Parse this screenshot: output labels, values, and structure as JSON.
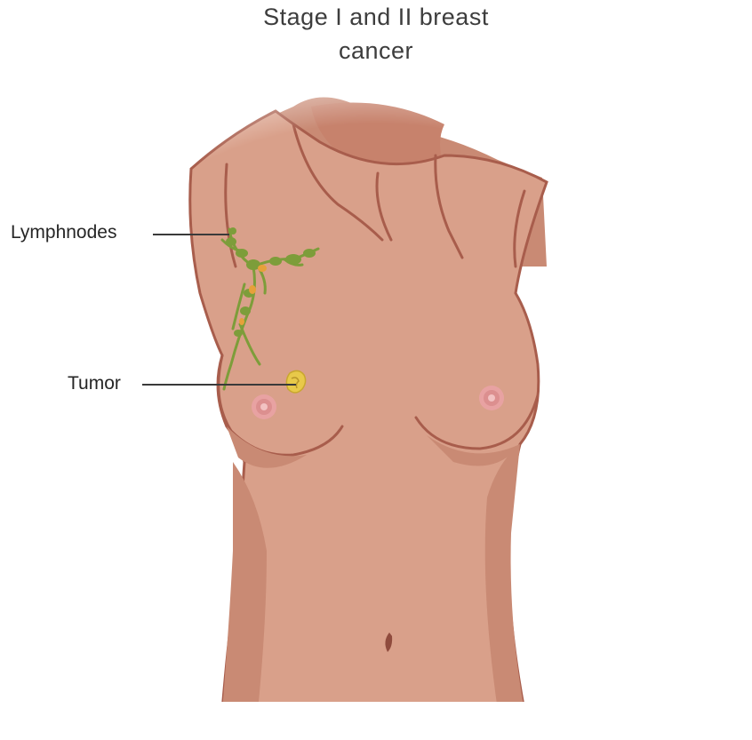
{
  "diagram": {
    "title_line1": "Stage I and II breast",
    "title_line2": "cancer",
    "labels": {
      "lymphnodes": "Lymphnodes",
      "tumor": "Tumor"
    }
  },
  "colors": {
    "skin": "#d9a08a",
    "skin_shadow": "#c5846f",
    "outline": "#a85d4c",
    "lymph": "#7d9d3a",
    "lymph_node_orange": "#e6a13a",
    "tumor": "#e8c94a",
    "nipple": "#e8a2a2"
  }
}
